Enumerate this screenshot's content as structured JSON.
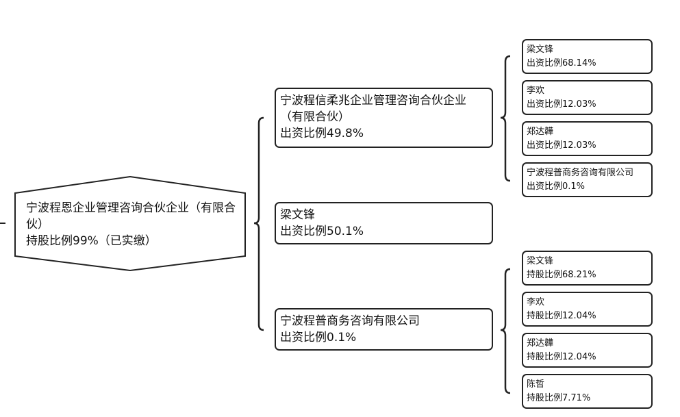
{
  "root": {
    "name": "宁波程恩企业管理咨询合伙企业（有限合伙）",
    "ratio": "持股比例99%（已实缴）"
  },
  "children": [
    {
      "name_line1": "宁波程信柔兆企业管理咨询合伙企业",
      "name_line2": "（有限合伙）",
      "ratio": "出资比例49.8%",
      "sub": [
        {
          "name": "梁文锋",
          "ratio": "出资比例68.14%"
        },
        {
          "name": "李欢",
          "ratio": "出资比例12.03%"
        },
        {
          "name": "郑达韡",
          "ratio": "出资比例12.03%"
        },
        {
          "name": "宁波程普商务咨询有限公司",
          "ratio": "出资比例0.1%"
        }
      ]
    },
    {
      "name": "梁文锋",
      "ratio": "出资比例50.1%"
    },
    {
      "name": "宁波程普商务咨询有限公司",
      "ratio": "出资比例0.1%",
      "sub": [
        {
          "name": "梁文锋",
          "ratio": "持股比例68.21%"
        },
        {
          "name": "李欢",
          "ratio": "持股比例12.04%"
        },
        {
          "name": "郑达韡",
          "ratio": "持股比例12.04%"
        },
        {
          "name": "陈哲",
          "ratio": "持股比例7.71%"
        }
      ]
    }
  ]
}
